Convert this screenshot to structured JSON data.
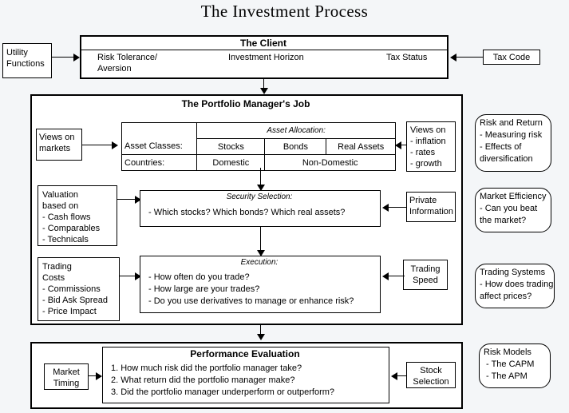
{
  "title": "The Investment Process",
  "client": {
    "heading": "The Client",
    "items": [
      "Risk Tolerance/\nAversion",
      "Investment Horizon",
      "Tax Status"
    ]
  },
  "inputs": {
    "utility_functions": "Utility\nFunctions",
    "tax_code": "Tax Code"
  },
  "portfolio": {
    "heading": "The Portfolio Manager's Job",
    "asset_allocation": {
      "caption": "Asset Allocation:",
      "rows": [
        {
          "label": "Asset Classes:",
          "cells": [
            "Stocks",
            "Bonds",
            "Real Assets"
          ]
        },
        {
          "label": "Countries:",
          "cells": [
            "Domestic",
            "Non-Domestic"
          ]
        }
      ]
    },
    "views_on_markets": "Views on\nmarkets",
    "views_on_macro": "Views on\n- inflation\n- rates\n- growth",
    "security_selection": {
      "caption": "Security Selection:",
      "line": "- Which stocks? Which bonds? Which real assets?"
    },
    "valuation": "Valuation\nbased on\n- Cash flows\n- Comparables\n- Technicals",
    "private_information": "Private\nInformation",
    "execution": {
      "caption": "Execution:",
      "lines": [
        "- How often do you trade?",
        "- How large are your trades?",
        "- Do you use derivatives to manage or enhance risk?"
      ]
    },
    "trading_costs": "Trading\nCosts\n- Commissions\n- Bid Ask Spread\n- Price Impact",
    "trading_speed": "Trading\nSpeed"
  },
  "performance": {
    "heading": "Performance Evaluation",
    "lines": [
      "1. How much risk did the portfolio manager take?",
      "2. What return did the portfolio manager make?",
      "3. Did the portfolio manager underperform or outperform?"
    ],
    "market_timing": "Market\nTiming",
    "stock_selection": "Stock\nSelection"
  },
  "callouts": [
    {
      "name": "risk-and-return",
      "text": "Risk and Return\n- Measuring risk\n- Effects of\ndiversification"
    },
    {
      "name": "market-efficiency",
      "text": "Market Efficiency\n- Can you beat\nthe market?"
    },
    {
      "name": "trading-systems",
      "text": "Trading Systems\n- How does trading\naffect prices?"
    },
    {
      "name": "risk-models",
      "text": "Risk Models\n - The CAPM\n - The APM"
    }
  ],
  "colors": {
    "background": "#f4f6f8",
    "ink": "#000000",
    "fill": "#ffffff"
  }
}
